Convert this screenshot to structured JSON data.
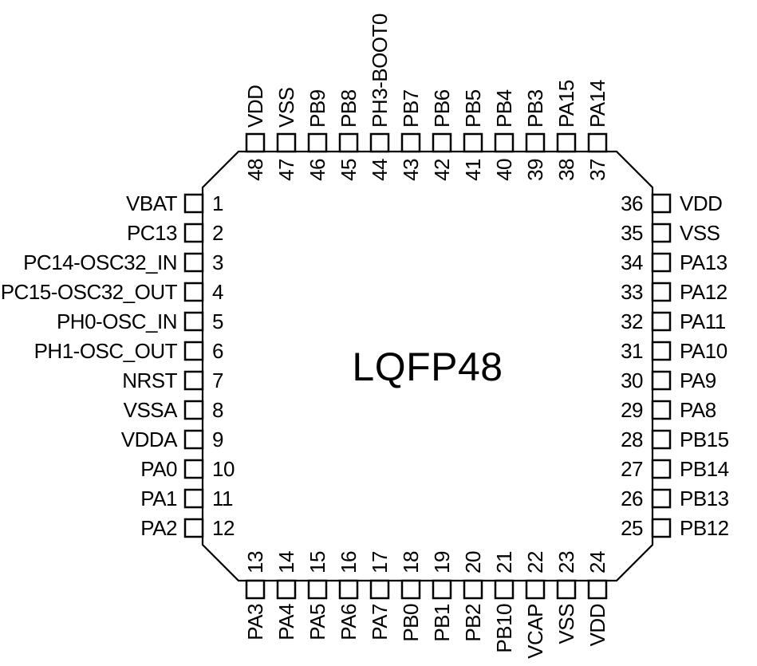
{
  "chip": {
    "package_label": "LQFP48",
    "pin_count": 48
  },
  "colors": {
    "line": "#000000",
    "text": "#000000",
    "background": "#ffffff"
  },
  "pins": {
    "left": [
      {
        "number": "1",
        "name": "VBAT"
      },
      {
        "number": "2",
        "name": "PC13"
      },
      {
        "number": "3",
        "name": "PC14-OSC32_IN"
      },
      {
        "number": "4",
        "name": "PC15-OSC32_OUT"
      },
      {
        "number": "5",
        "name": "PH0-OSC_IN"
      },
      {
        "number": "6",
        "name": "PH1-OSC_OUT"
      },
      {
        "number": "7",
        "name": "NRST"
      },
      {
        "number": "8",
        "name": "VSSA"
      },
      {
        "number": "9",
        "name": "VDDA"
      },
      {
        "number": "10",
        "name": "PA0"
      },
      {
        "number": "11",
        "name": "PA1"
      },
      {
        "number": "12",
        "name": "PA2"
      }
    ],
    "bottom": [
      {
        "number": "13",
        "name": "PA3"
      },
      {
        "number": "14",
        "name": "PA4"
      },
      {
        "number": "15",
        "name": "PA5"
      },
      {
        "number": "16",
        "name": "PA6"
      },
      {
        "number": "17",
        "name": "PA7"
      },
      {
        "number": "18",
        "name": "PB0"
      },
      {
        "number": "19",
        "name": "PB1"
      },
      {
        "number": "20",
        "name": "PB2"
      },
      {
        "number": "21",
        "name": "PB10"
      },
      {
        "number": "22",
        "name": "VCAP"
      },
      {
        "number": "23",
        "name": "VSS"
      },
      {
        "number": "24",
        "name": "VDD"
      }
    ],
    "right": [
      {
        "number": "36",
        "name": "VDD"
      },
      {
        "number": "35",
        "name": "VSS"
      },
      {
        "number": "34",
        "name": "PA13"
      },
      {
        "number": "33",
        "name": "PA12"
      },
      {
        "number": "32",
        "name": "PA11"
      },
      {
        "number": "31",
        "name": "PA10"
      },
      {
        "number": "30",
        "name": "PA9"
      },
      {
        "number": "29",
        "name": "PA8"
      },
      {
        "number": "28",
        "name": "PB15"
      },
      {
        "number": "27",
        "name": "PB14"
      },
      {
        "number": "26",
        "name": "PB13"
      },
      {
        "number": "25",
        "name": "PB12"
      }
    ],
    "top": [
      {
        "number": "48",
        "name": "VDD"
      },
      {
        "number": "47",
        "name": "VSS"
      },
      {
        "number": "46",
        "name": "PB9"
      },
      {
        "number": "45",
        "name": "PB8"
      },
      {
        "number": "44",
        "name": "PH3-BOOT0"
      },
      {
        "number": "43",
        "name": "PB7"
      },
      {
        "number": "42",
        "name": "PB6"
      },
      {
        "number": "41",
        "name": "PB5"
      },
      {
        "number": "40",
        "name": "PB4"
      },
      {
        "number": "39",
        "name": "PB3"
      },
      {
        "number": "38",
        "name": "PA15"
      },
      {
        "number": "37",
        "name": "PA14"
      }
    ]
  }
}
